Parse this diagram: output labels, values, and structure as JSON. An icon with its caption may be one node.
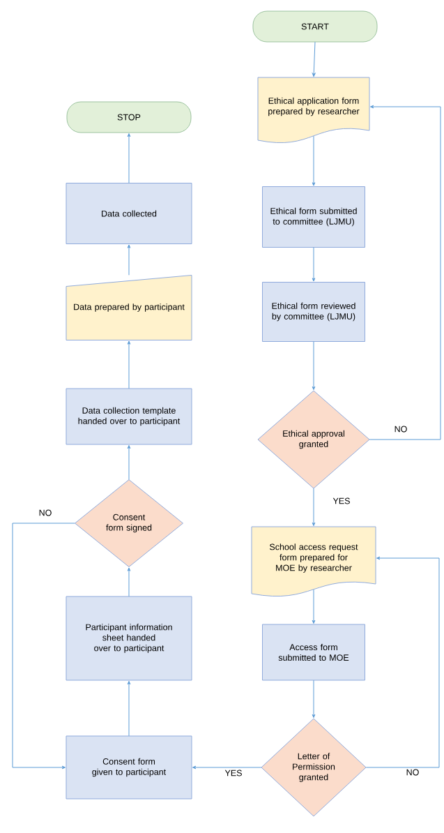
{
  "diagram": {
    "nodes": [
      {
        "text": [
          "START"
        ]
      },
      {
        "text": [
          "Ethical application form prepared by researcher"
        ]
      },
      {
        "text": [
          "Ethical form submitted to committee (LJMU)"
        ]
      },
      {
        "text": [
          "Ethical form reviewed by committee (LJMU)"
        ]
      },
      {
        "text": [
          "Ethical approval granted"
        ]
      },
      {
        "text": [
          "School access request form prepared for MOE by researcher"
        ]
      },
      {
        "text": [
          "Access form submitted to MOE"
        ]
      },
      {
        "text": [
          "Letter of Permission granted"
        ]
      },
      {
        "text": [
          "Consent form given to participant"
        ]
      },
      {
        "text": [
          "Participant information sheet handed over to participant"
        ]
      },
      {
        "text": [
          "Consent form signed"
        ]
      },
      {
        "text": [
          "Data collection template handed over to participant"
        ]
      },
      {
        "text": [
          "Data prepared by participant"
        ]
      },
      {
        "text": [
          "Data collected"
        ]
      },
      {
        "text": [
          "STOP"
        ]
      }
    ],
    "edges": [
      {
        "from": 0,
        "to": 1,
        "arrow": "to"
      },
      {
        "from": 1,
        "to": 2,
        "arrow": "to"
      },
      {
        "from": 2,
        "to": 3,
        "arrow": "to"
      },
      {
        "from": 3,
        "to": 4,
        "arrow": "to"
      },
      {
        "from": 4,
        "to": 1,
        "arrow": "to",
        "label": "NO"
      },
      {
        "from": 4,
        "to": 5,
        "arrow": "to",
        "label": "YES"
      },
      {
        "from": 5,
        "to": 6,
        "arrow": "to"
      },
      {
        "from": 6,
        "to": 7,
        "arrow": "to"
      },
      {
        "from": 7,
        "to": 5,
        "arrow": "to",
        "label": "NO"
      },
      {
        "from": 7,
        "to": 8,
        "arrow": "to",
        "label": "YES"
      },
      {
        "from": 8,
        "to": 9,
        "arrow": "to"
      },
      {
        "from": 9,
        "to": 10,
        "arrow": "to"
      },
      {
        "from": 10,
        "to": 8,
        "arrow": "to",
        "label": "NO"
      },
      {
        "from": 10,
        "to": 11,
        "arrow": "to"
      },
      {
        "from": 11,
        "to": 12,
        "arrow": "to"
      },
      {
        "from": 12,
        "to": 13,
        "arrow": "to"
      },
      {
        "from": 13,
        "to": 14,
        "arrow": "to"
      }
    ]
  }
}
